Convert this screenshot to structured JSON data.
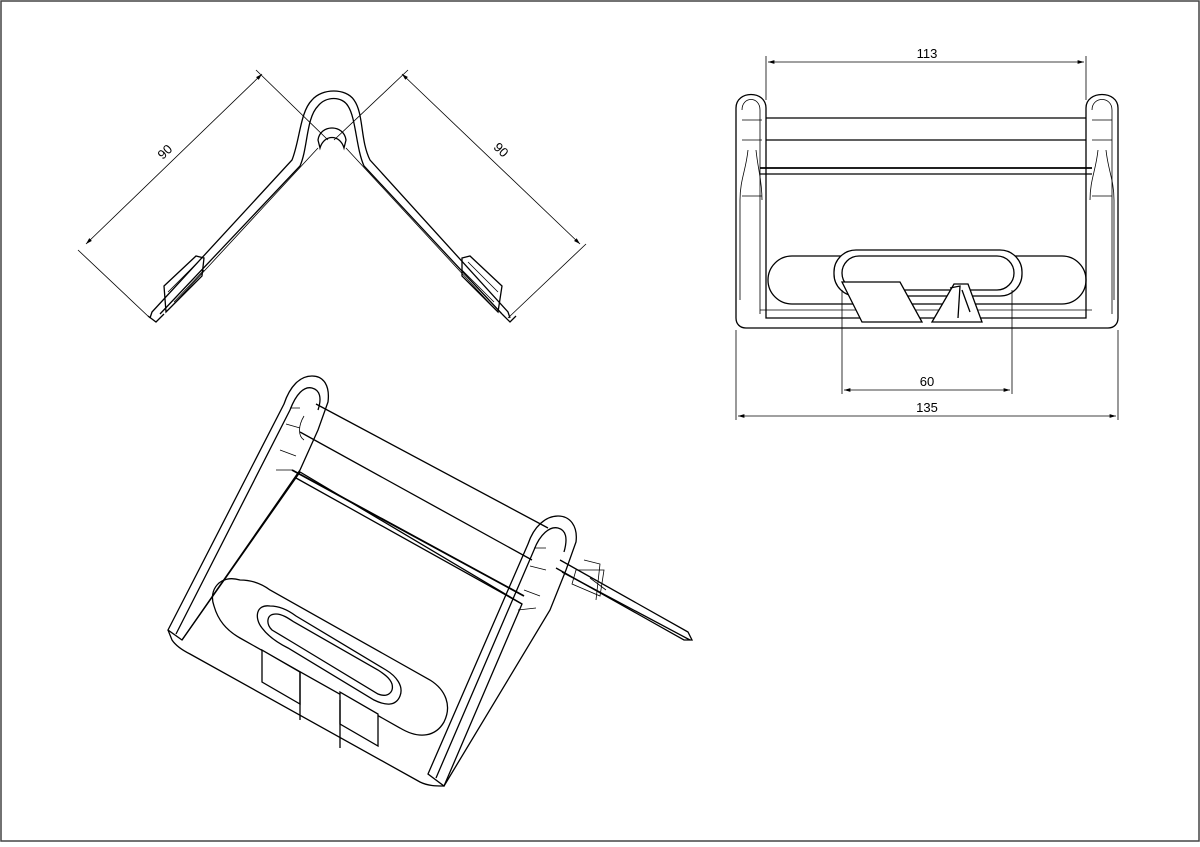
{
  "drawing": {
    "dimensions": {
      "side_left_length": "90",
      "side_right_length": "90",
      "front_inner_width": "113",
      "front_slot_width": "60",
      "front_overall_width": "135"
    }
  },
  "colors": {
    "line": "#000000",
    "paper": "#ffffff",
    "frame": "#444444"
  }
}
